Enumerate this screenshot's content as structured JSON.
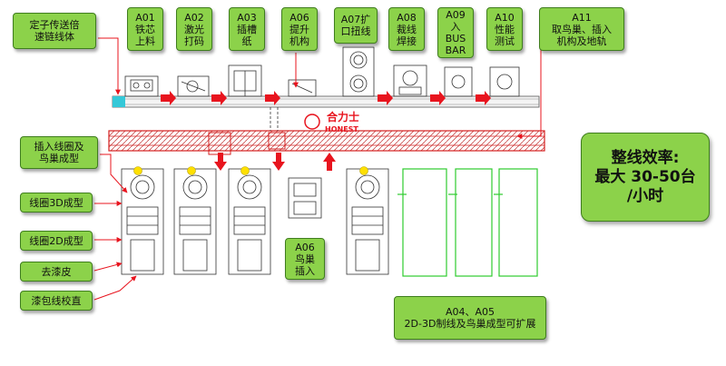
{
  "stations": {
    "A01": "A01\n铁芯\n上料",
    "A02": "A02\n激光\n打码",
    "A03": "A03\n插槽\n纸",
    "A06_top": "A06\n提升\n机构",
    "A07": "A07扩\n口扭线",
    "A08": "A08\n裁线\n焊接",
    "A09": "A09\n入\nBUS\nBAR",
    "A10": "A10\n性能\n测试",
    "A11": "A11\n取鸟巢、插入\n机构及地轨",
    "A06_mid": "A06\n鸟巢\n插入",
    "A04_A05": "A04、A05\n2D-3D制线及鸟巢成型可扩展"
  },
  "left_labels": {
    "conveyor": "定子传送倍\n速链线体",
    "insert_coil": "插入线圈及\n鸟巢成型",
    "coil_3d": "线圈3D成型",
    "coil_2d": "线圈2D成型",
    "strip": "去漆皮",
    "straighten": "漆包线校直"
  },
  "efficiency": {
    "line1": "整线效率:",
    "line2": "最大  30-50台",
    "line3": "/小时"
  },
  "logo": {
    "cn": "合力士",
    "en": "HONEST"
  },
  "colors": {
    "box_green": "#8cd24a",
    "arrow_red": "#e8141e",
    "rail_red": "#d42020",
    "outline_green": "#2ecc2e",
    "yellow": "#ffe000",
    "cyan": "#35c8d8"
  }
}
